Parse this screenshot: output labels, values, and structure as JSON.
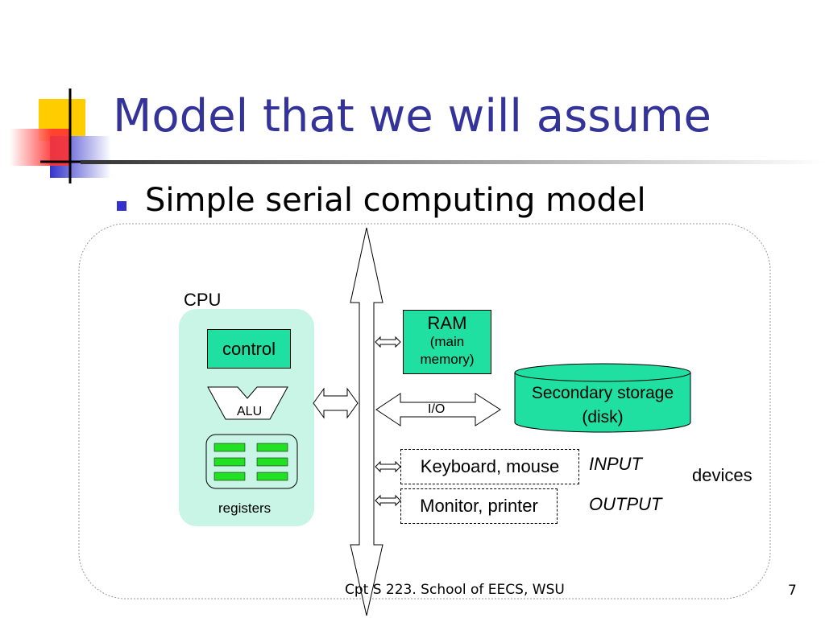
{
  "slide": {
    "title": "Model that we will assume",
    "bullets": [
      "Simple serial computing model"
    ],
    "footer": "Cpt S 223. School of EECS, WSU",
    "page_number": "7",
    "colors": {
      "title": "#333399",
      "component_fill": "#1fe0a0",
      "cpu_fill": "#c8f5e6",
      "register_fill": "#22e022",
      "logo_yellow": "#ffcc00",
      "logo_red": "#ff3333",
      "logo_blue": "#3333cc"
    }
  },
  "diagram": {
    "cpu": {
      "label": "CPU",
      "control": "control",
      "alu": "ALU",
      "registers": "registers"
    },
    "ram": {
      "label": "RAM",
      "sublabel_line1": "(main",
      "sublabel_line2": "memory)"
    },
    "storage": {
      "label_line1": "Secondary storage",
      "label_line2": "(disk)"
    },
    "io_label": "I/O",
    "input_device": "Keyboard, mouse",
    "output_device": "Monitor, printer",
    "input_tag": "INPUT",
    "output_tag": "OUTPUT",
    "devices_label": "devices"
  }
}
